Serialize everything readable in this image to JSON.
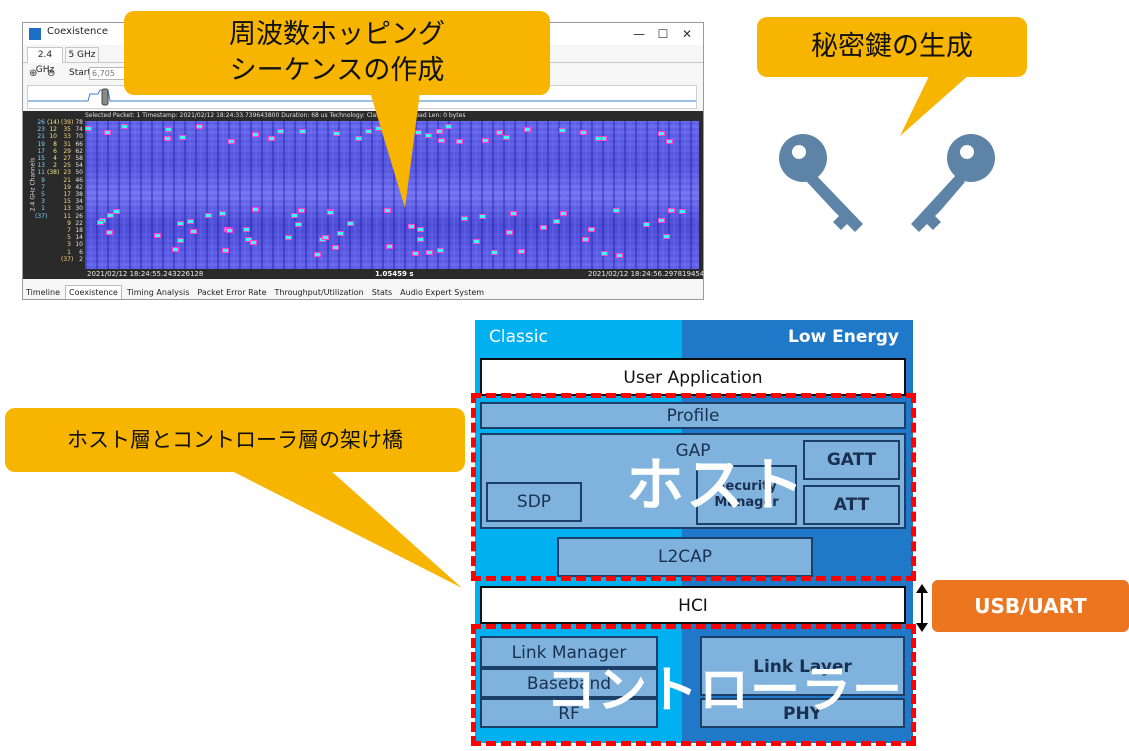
{
  "app_window": {
    "title": "Coexistence",
    "controls": [
      "—",
      "☐",
      "✕"
    ],
    "band_tabs": [
      "2.4 GHz",
      "5 GHz"
    ],
    "zoom_in": "⊕",
    "zoom_out": "⊖",
    "start_label": "Start",
    "start_value": "6,705",
    "info_strip": "Selected Packet: 1     Timestamp: 2021/02/12 18:24:33.739643800     Duration: 68 us     Technology: Clas...                                  ...sk:     Payload Len: 0 bytes",
    "y_axis_title": "2.4 GHz Channels",
    "channel_col1": [
      "26",
      "23",
      "21",
      "19",
      "17",
      "15",
      "13",
      "11",
      "9",
      "7",
      "5",
      "3",
      "1",
      "(37)",
      "",
      "",
      "",
      "",
      "",
      ""
    ],
    "channel_col2": [
      "(14)",
      "12",
      "10",
      "8",
      "6",
      "4",
      "2",
      "(38)",
      "",
      "",
      "",
      "",
      "",
      "",
      "",
      "",
      "",
      "",
      "",
      ""
    ],
    "channel_col3": [
      "(39)",
      "35",
      "33",
      "31",
      "29",
      "27",
      "25",
      "23",
      "21",
      "19",
      "17",
      "15",
      "13",
      "11",
      "9",
      "7",
      "5",
      "3",
      "1",
      "(37)"
    ],
    "channel_col4": [
      "78",
      "74",
      "70",
      "66",
      "62",
      "58",
      "54",
      "50",
      "46",
      "42",
      "38",
      "34",
      "30",
      "26",
      "22",
      "18",
      "14",
      "10",
      "6",
      "2"
    ],
    "timestamp_left": "2021/02/12 18:24:55.243226128",
    "timestamp_mid": "1.05459 s",
    "timestamp_right": "2021/02/12 18:24:56.297819454",
    "bottom_tabs": [
      "Timeline",
      "Coexistence",
      "Timing Analysis",
      "Packet Error Rate",
      "Throughput/Utilization",
      "Stats",
      "Audio Expert System"
    ]
  },
  "callouts": {
    "freq_hopping_line1": "周波数ホッピング",
    "freq_hopping_line2": "シーケンスの作成",
    "secret_key": "秘密鍵の生成",
    "bridge": "ホスト層とコントローラ層の架け橋"
  },
  "stack": {
    "classic": "Classic",
    "low_energy": "Low Energy",
    "user_application": "User Application",
    "profile": "Profile",
    "gap": "GAP",
    "gatt": "GATT",
    "att": "ATT",
    "sdp": "SDP",
    "security_manager_line1": "Security",
    "security_manager_line2": "Manager",
    "l2cap": "L2CAP",
    "hci": "HCI",
    "link_manager": "Link Manager",
    "baseband": "Baseband",
    "rf": "RF",
    "link_layer": "Link Layer",
    "phy": "PHY",
    "host_overlay": "ホスト",
    "controller_overlay": "コントローラー",
    "usb_uart": "USB/UART"
  },
  "colors": {
    "callout": "#f7b500",
    "classic_blue": "#00b0f0",
    "le_blue": "#1f78c8",
    "layer_box": "#7fb3dd",
    "dashed_red": "#ff0000",
    "usb_orange": "#ec7620",
    "key": "#5d84a6"
  }
}
